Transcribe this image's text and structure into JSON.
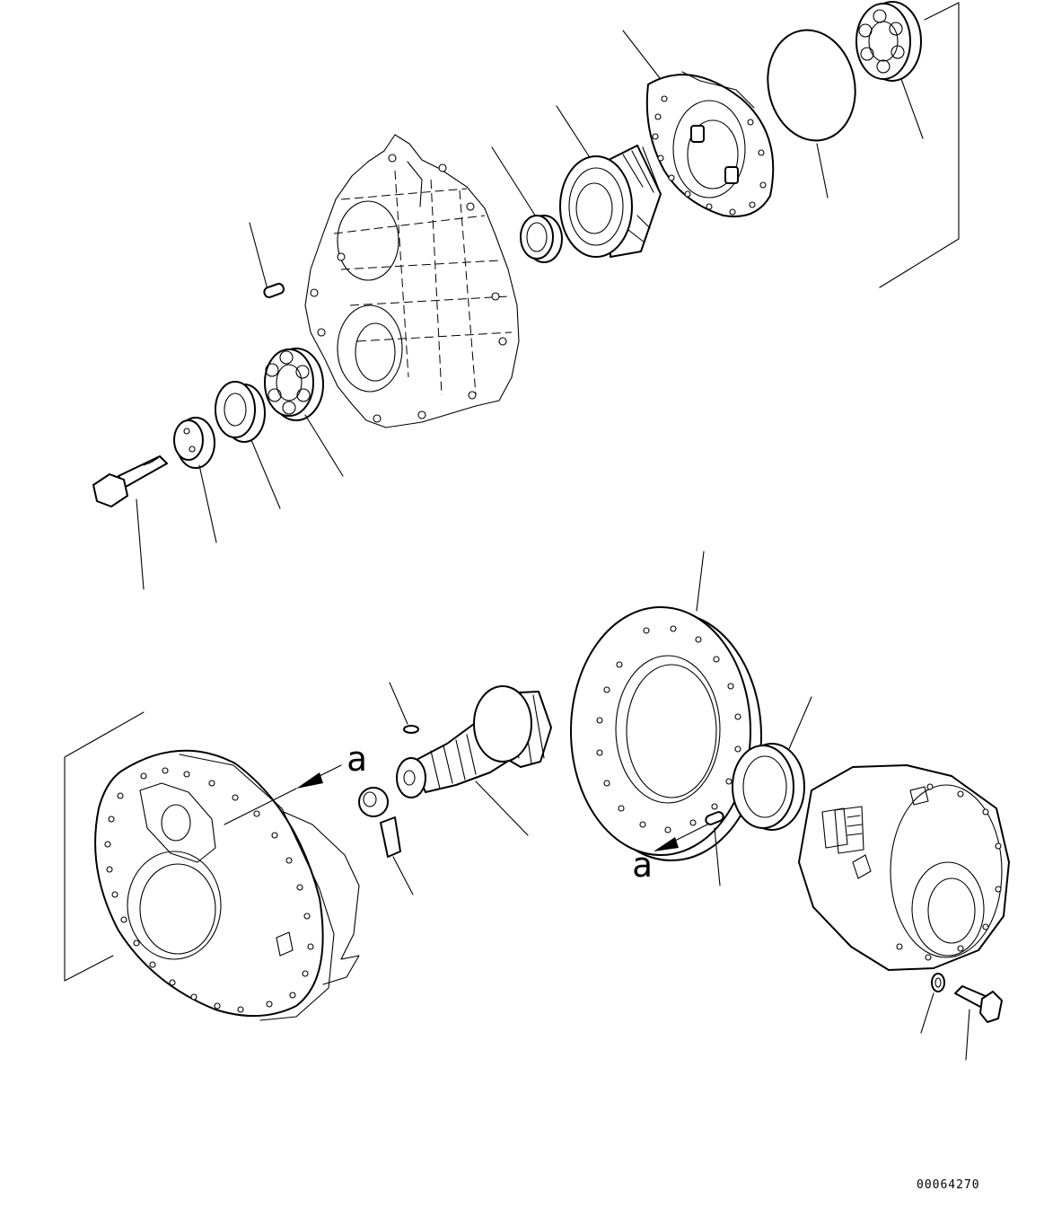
{
  "diagram": {
    "view_markers": [
      "a",
      "a"
    ],
    "drawing_code": "00064270"
  }
}
